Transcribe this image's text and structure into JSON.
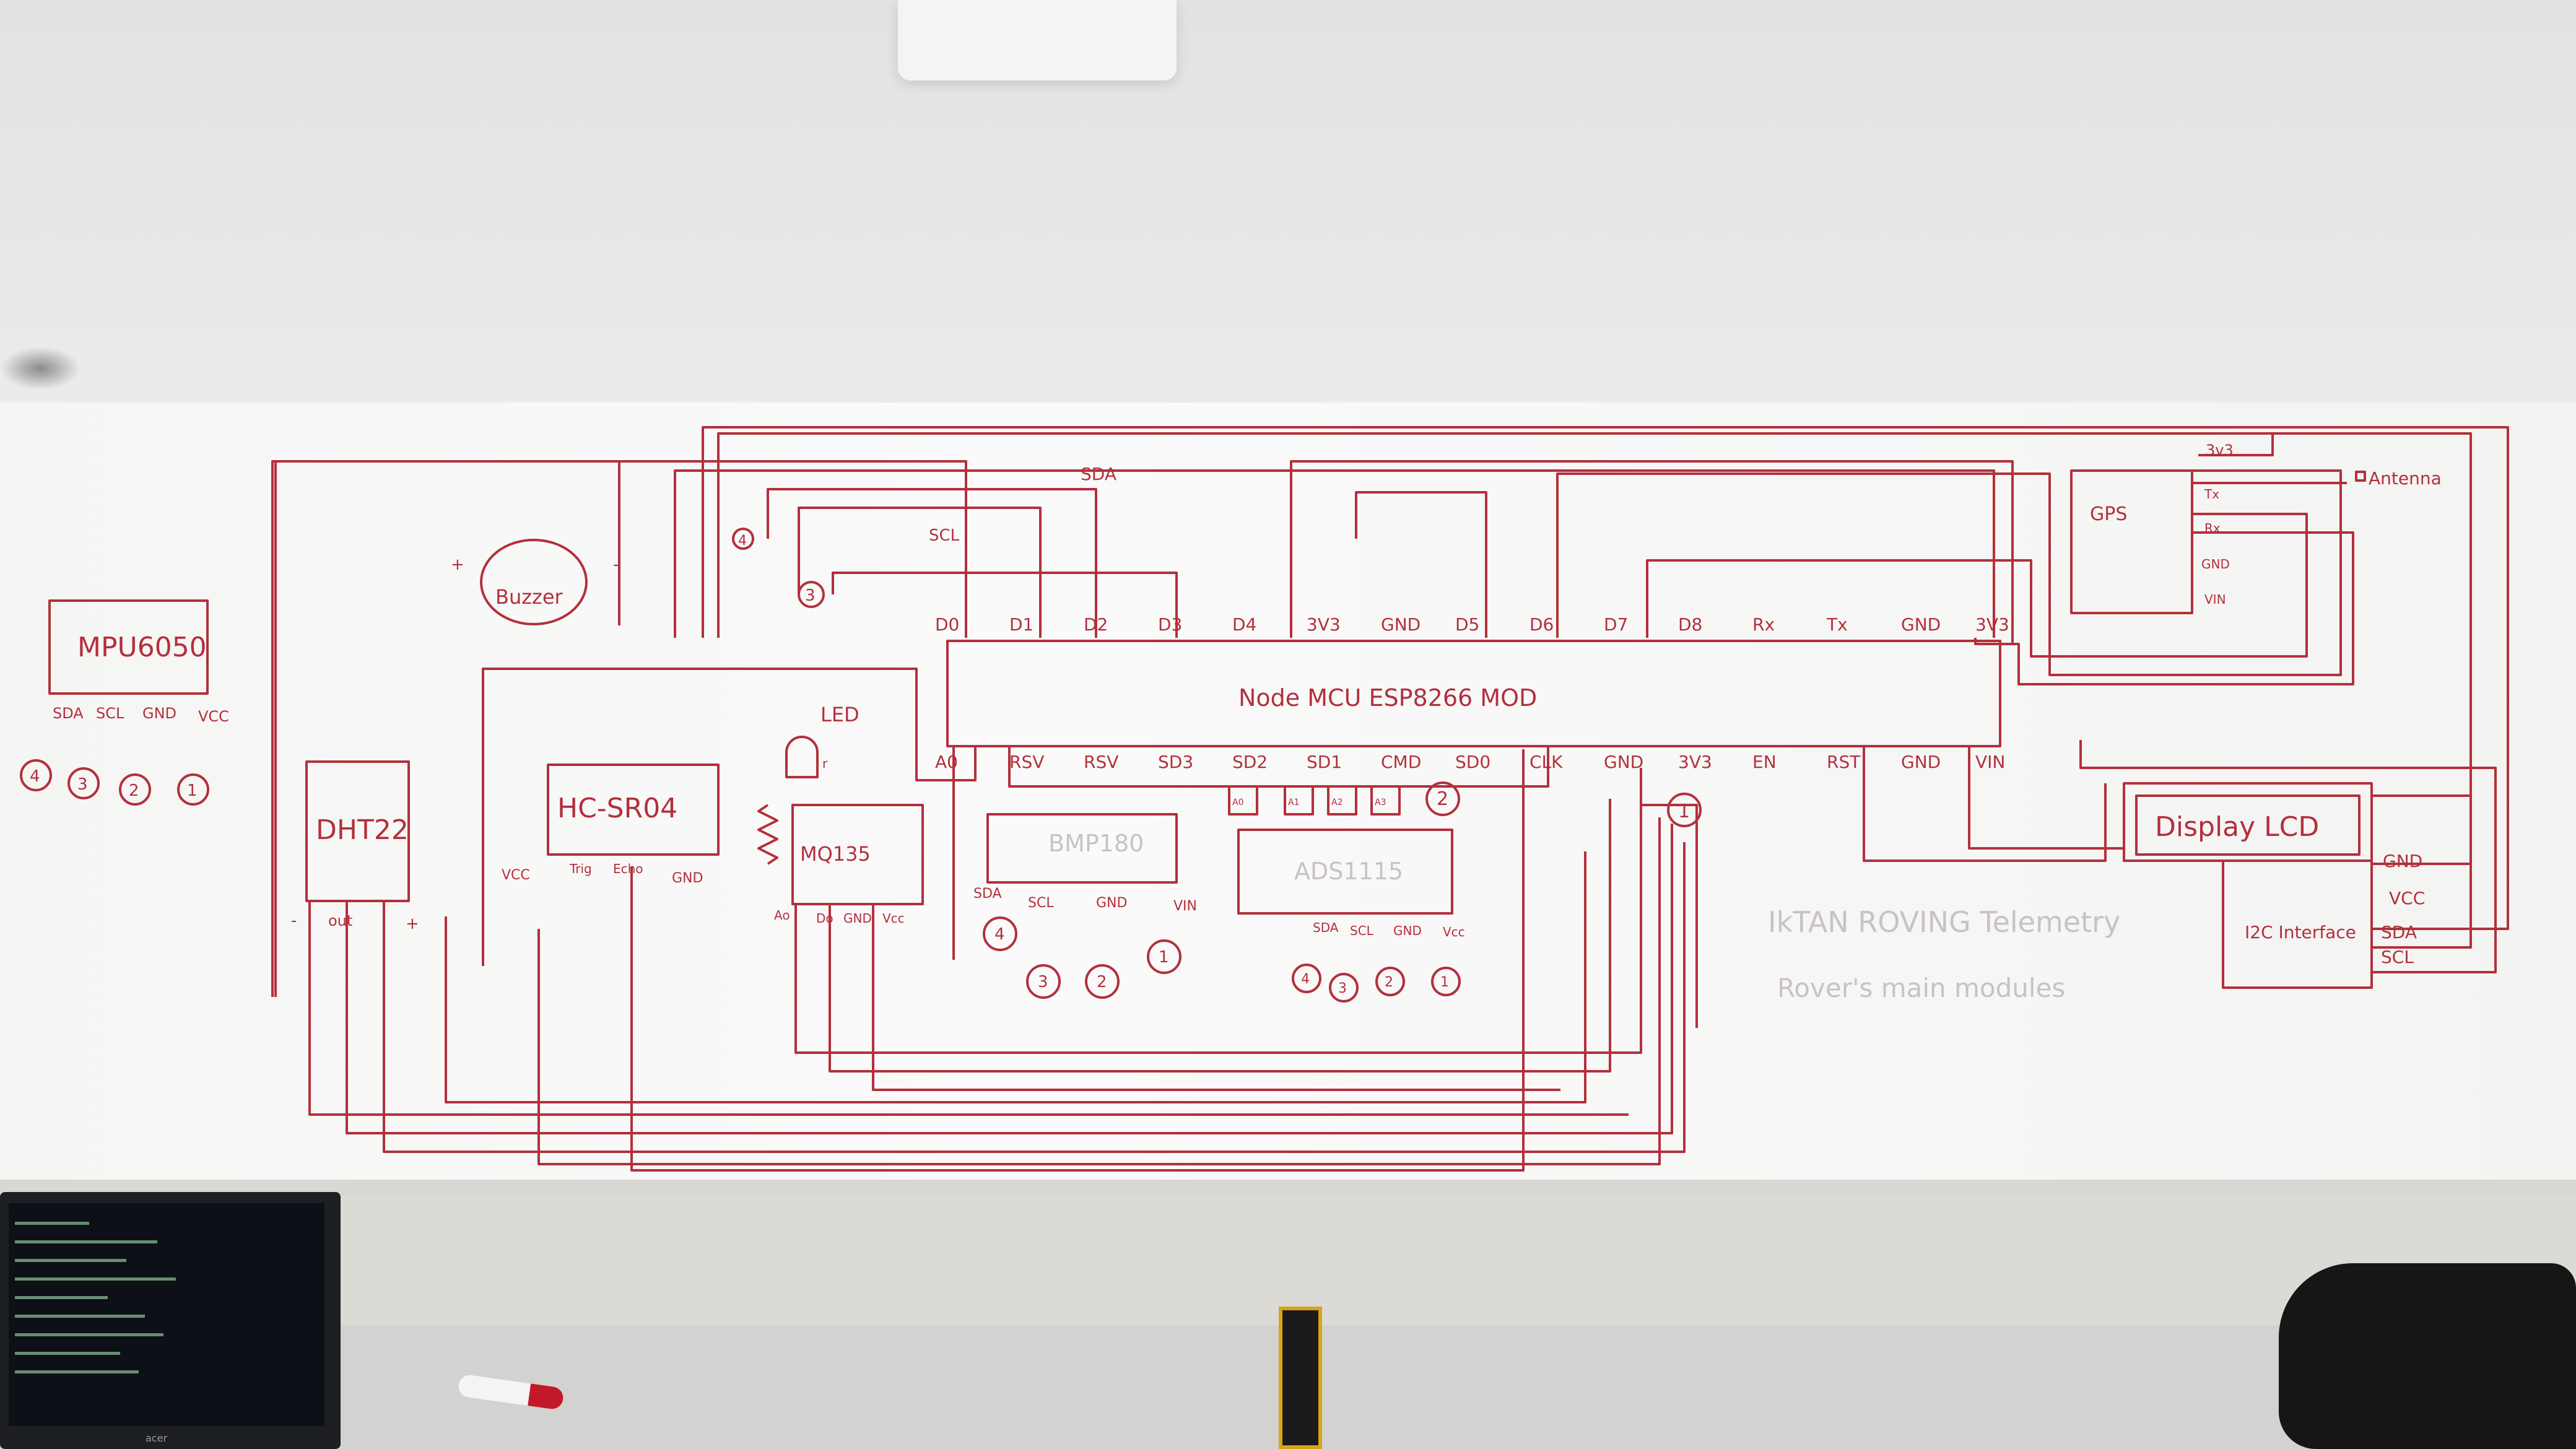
{
  "modules": {
    "mpu": {
      "name": "MPU6050",
      "pins": [
        "SDA",
        "SCL",
        "GND",
        "VCC"
      ],
      "badges": [
        "4",
        "3",
        "2",
        "1"
      ]
    },
    "dht": {
      "name": "DHT22",
      "pins": [
        "-",
        "out",
        "+"
      ]
    },
    "hcsr": {
      "name": "HC-SR04",
      "pins": [
        "VCC",
        "Trig",
        "Echo",
        "GND"
      ]
    },
    "buzzer": {
      "name": "Buzzer",
      "pins": [
        "+",
        "-"
      ]
    },
    "led": {
      "name": "LED",
      "pin": "r"
    },
    "mq": {
      "name": "MQ135",
      "pins": [
        "Ao",
        "Do",
        "GND",
        "Vcc"
      ]
    },
    "bmp": {
      "name": "BMP180",
      "pins": [
        "SDA",
        "SCL",
        "GND",
        "VIN"
      ],
      "badges": [
        "4",
        "3",
        "2",
        "1"
      ]
    },
    "ads": {
      "name": "ADS1115",
      "pins": [
        "SDA",
        "SCL",
        "GND",
        "Vcc"
      ],
      "badges": [
        "4",
        "3",
        "2",
        "1"
      ],
      "boxes": [
        "A0",
        "A1",
        "A2",
        "A3"
      ]
    },
    "gps": {
      "name": "GPS",
      "pins": [
        "Tx",
        "Rx",
        "GND",
        "VIN"
      ],
      "antenna": "Antenna",
      "power": "3v3"
    },
    "lcd": {
      "name": "Display LCD",
      "interface": "I2C Interface",
      "pins": [
        "GND",
        "VCC",
        "SDA",
        "SCL"
      ]
    }
  },
  "mcu": {
    "name": "Node MCU ESP8266 MOD",
    "top_pins": [
      "D0",
      "D1",
      "D2",
      "D3",
      "D4",
      "3V3",
      "GND",
      "D5",
      "D6",
      "D7",
      "D8",
      "Rx",
      "Tx",
      "GND",
      "3V3"
    ],
    "bottom_pins": [
      "A0",
      "RSV",
      "RSV",
      "SD3",
      "SD2",
      "SD1",
      "CMD",
      "SD0",
      "CLK",
      "GND",
      "3V3",
      "EN",
      "RST",
      "GND",
      "VIN"
    ]
  },
  "bus_labels": {
    "sda": "SDA",
    "scl": "SCL",
    "hub_badges": [
      "1",
      "2",
      "3",
      "4"
    ]
  },
  "caption": {
    "line1": "IkTAN ROVING Telemetry",
    "line2": "Rover's main modules"
  },
  "laptop": {
    "brand": "acer"
  },
  "colors": {
    "ink": "#b3303c",
    "board": "#f7f7f6",
    "wall": "#e4e4e2"
  }
}
